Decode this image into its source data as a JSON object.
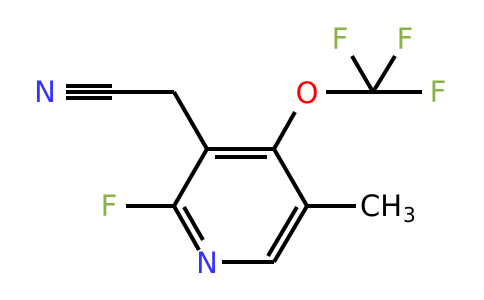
{
  "molecule": {
    "colors": {
      "bond": "#000000",
      "nitrogen": "#3333ff",
      "oxygen": "#ff0000",
      "fluorine": "#8ab24a",
      "carbon": "#000000"
    },
    "atoms": {
      "nitrile_n": "N",
      "ring_n": "N",
      "ring_f": "F",
      "ether_o": "O",
      "cf3_f1": "F",
      "cf3_f2": "F",
      "cf3_f3": "F",
      "methyl_c": "CH",
      "methyl_sub": "3"
    }
  }
}
